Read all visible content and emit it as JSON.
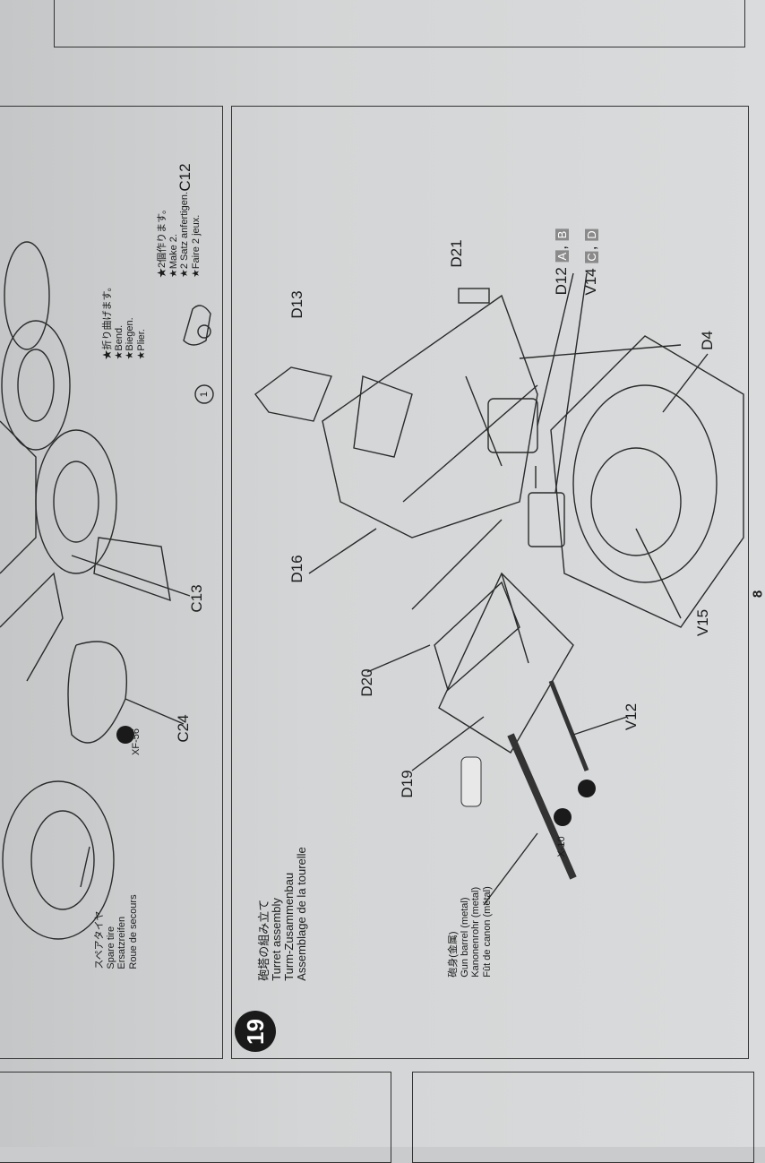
{
  "left_panel": {
    "part_labels": [
      "C12",
      "C13",
      "C24"
    ],
    "paint_code": "XF-56",
    "bend_note": [
      "★折り曲げます。",
      "★Bend.",
      "★Biegen.",
      "★Plier."
    ],
    "make_note": [
      "★2個作ります。",
      "★Make 2.",
      "★2 Satz anfertigen.",
      "★Faire 2 jeux."
    ],
    "callout_number": "1",
    "spare_tire": [
      "スペアタイヤ",
      "Spare tire",
      "Ersatzreifen",
      "Roue de secours"
    ]
  },
  "step": {
    "number": "19",
    "title": [
      "砲塔の組み立て",
      "Turret assembly",
      "Turm-Zusammenbau",
      "Assemblage de la tourelle"
    ],
    "parts": {
      "d13": "D13",
      "d21": "D21",
      "d12": "D12",
      "v14": "V14",
      "d4": "D4",
      "d16": "D16",
      "v15": "V15",
      "d20": "D20",
      "v12": "V12",
      "d19": "D19"
    },
    "variants_d12": [
      "A",
      "B"
    ],
    "variants_v14": [
      "C",
      "D"
    ],
    "paint_code": "X-10",
    "gun_barrel": [
      "砲身(金属)",
      "Gun barrel (metal)",
      "Kanonenrohr (metal)",
      "Fût de canon (métal)"
    ]
  },
  "page_number": "8",
  "colors": {
    "ink": "#1b1b1b",
    "paper": "#d6d8d9",
    "badge": "#8a8a8a"
  }
}
